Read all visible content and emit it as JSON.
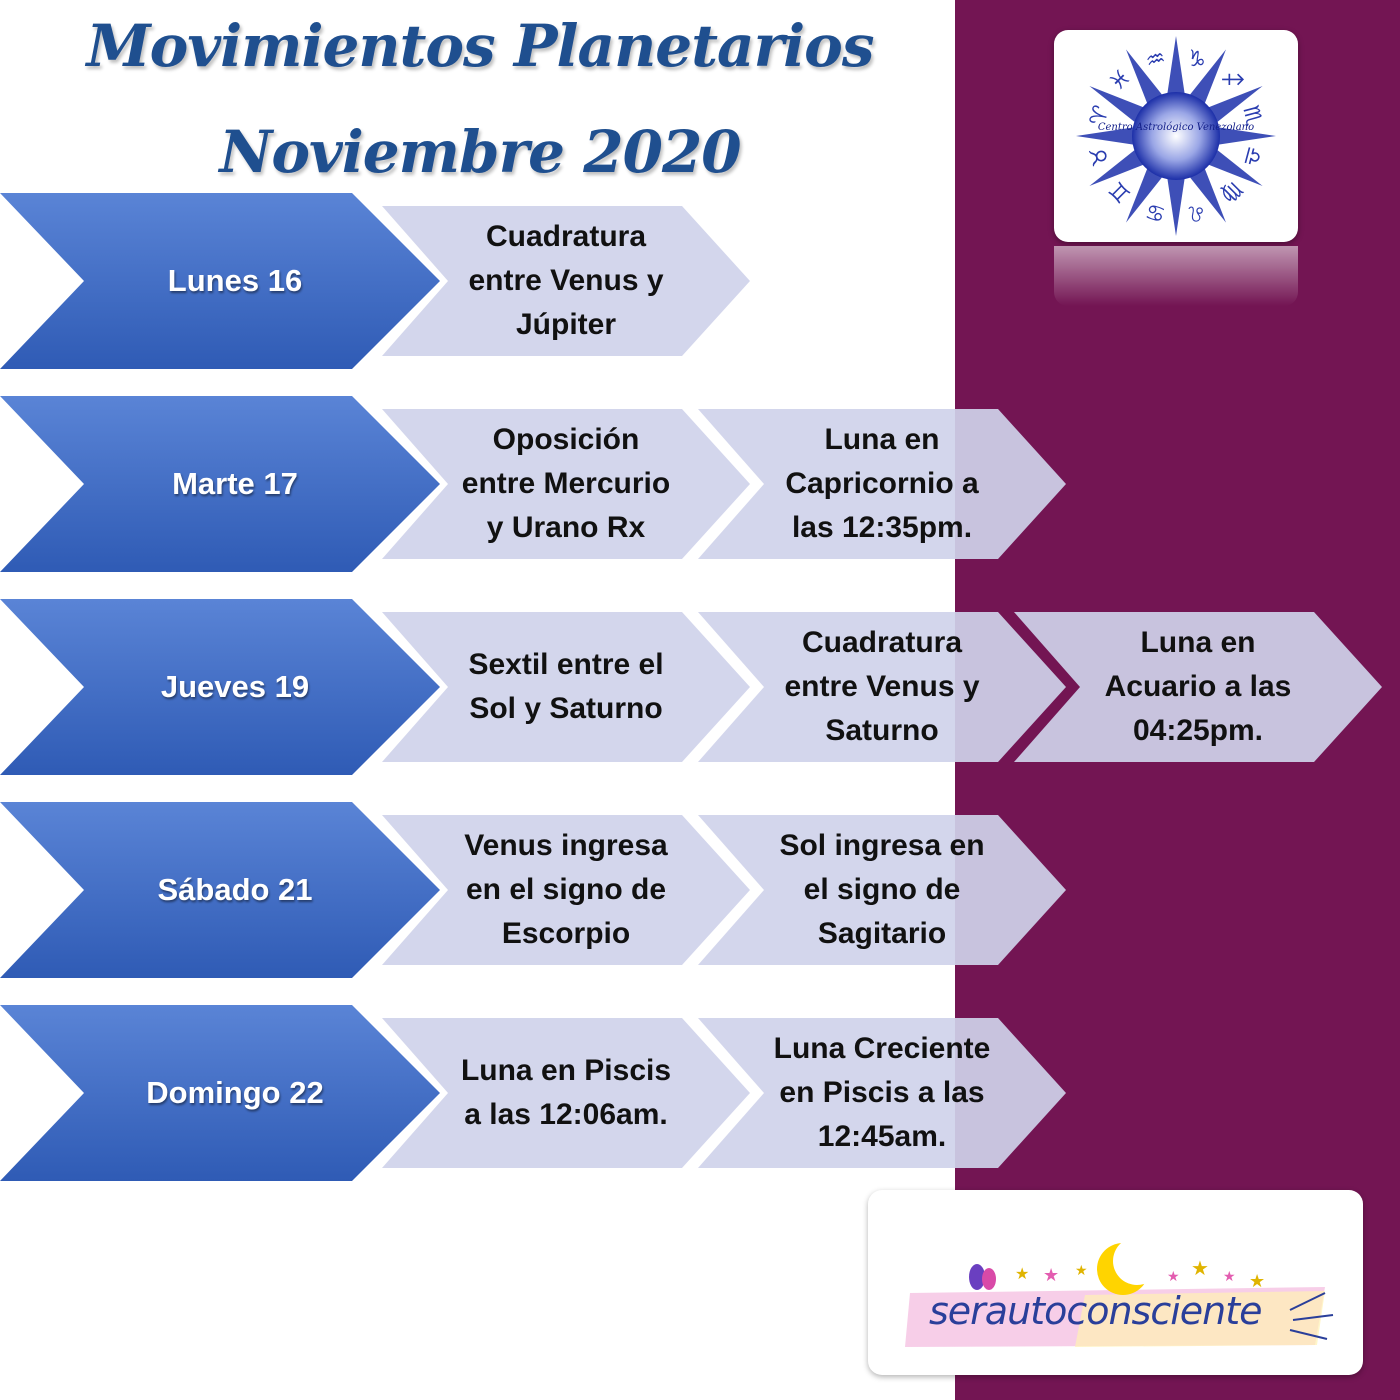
{
  "title": {
    "line1": "Movimientos Planetarios",
    "line2": "Noviembre 2020"
  },
  "colors": {
    "title": "#1f4f8f",
    "day_chevron_top": "#5a84d6",
    "day_chevron_bottom": "#2f5bb5",
    "event_chevron": "#cfd3ea",
    "side_panel": "#731553"
  },
  "schedule": [
    {
      "day": "Lunes 16",
      "events": [
        "Cuadratura entre Venus y Júpiter"
      ]
    },
    {
      "day": "Marte 17",
      "events": [
        "Oposición entre Mercurio y Urano Rx",
        "Luna en Capricornio a las 12:35pm."
      ]
    },
    {
      "day": "Jueves 19",
      "events": [
        "Sextil entre el Sol y Saturno",
        "Cuadratura entre Venus y Saturno",
        "Luna en Acuario a las 04:25pm."
      ]
    },
    {
      "day": "Sábado 21",
      "events": [
        "Venus ingresa en el signo de Escorpio",
        "Sol ingresa en el signo de Sagitario"
      ]
    },
    {
      "day": "Domingo 22",
      "events": [
        "Luna en Piscis a las 12:06am.",
        "Luna Creciente en Piscis a las 12:45am."
      ]
    }
  ],
  "logo": {
    "icon": "zodiac-wheel-logo",
    "center_text": "Centro Astrológico Venezolano"
  },
  "footer": {
    "brand": "serautoconsciente",
    "icons": [
      "butterfly-icon",
      "crescent-moon-icon",
      "stars-icon"
    ]
  }
}
